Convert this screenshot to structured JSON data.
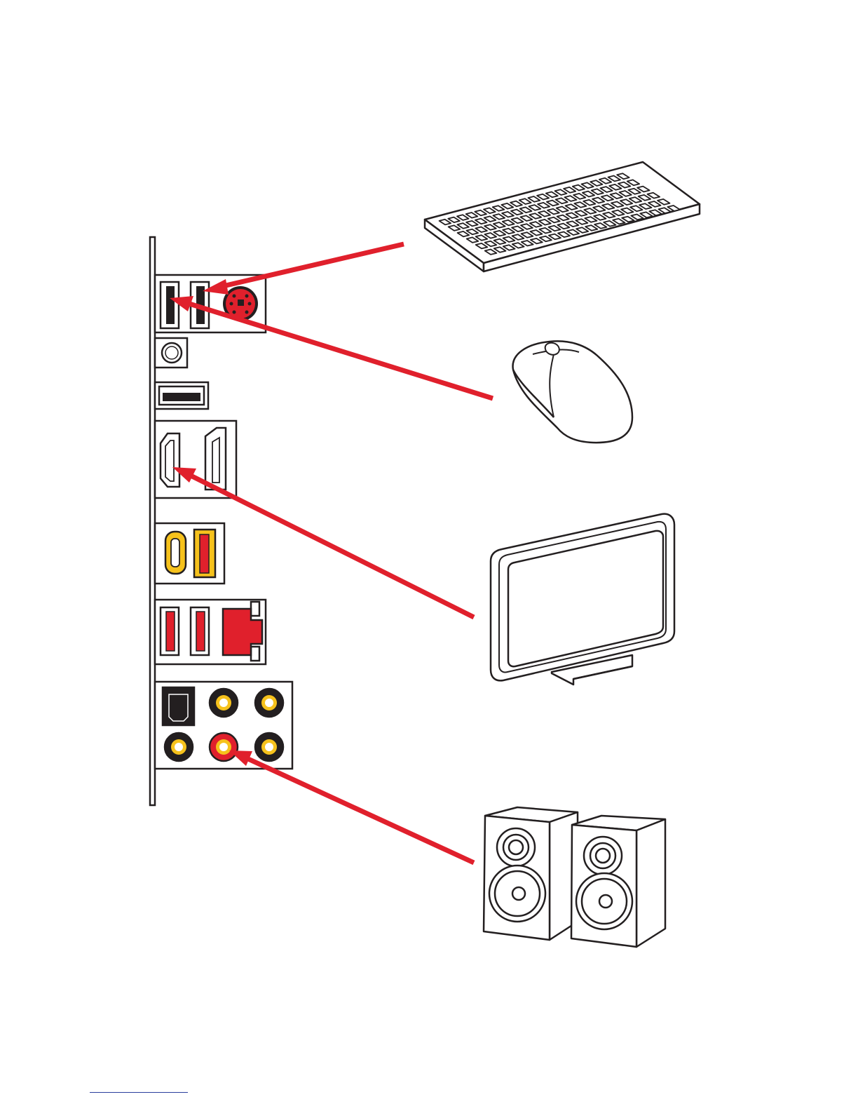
{
  "colors": {
    "accent_red": "#e0202c",
    "port_black": "#231f20",
    "port_yellow": "#f6c21c",
    "outline": "#231f20",
    "background": "#ffffff",
    "footer_rule": "#2a3f9e"
  },
  "diagram": {
    "io_panel": {
      "ports": [
        {
          "kind": "usb",
          "color": "black"
        },
        {
          "kind": "usb",
          "color": "black"
        },
        {
          "kind": "ps2-combo",
          "color": "red"
        },
        {
          "kind": "clear-cmos-button",
          "color": "white"
        },
        {
          "kind": "usb-flash-bios",
          "color": "black"
        },
        {
          "kind": "hdmi",
          "color": "white"
        },
        {
          "kind": "displayport",
          "color": "white"
        },
        {
          "kind": "usb-c",
          "color": "yellow"
        },
        {
          "kind": "usb",
          "color": "yellow-red"
        },
        {
          "kind": "usb",
          "color": "red"
        },
        {
          "kind": "usb",
          "color": "red"
        },
        {
          "kind": "lan",
          "color": "red"
        },
        {
          "kind": "optical-spdif",
          "color": "black"
        },
        {
          "kind": "audio-jack",
          "color": "black"
        },
        {
          "kind": "audio-jack",
          "color": "black"
        },
        {
          "kind": "audio-jack",
          "color": "black"
        },
        {
          "kind": "audio-jack",
          "color": "red"
        },
        {
          "kind": "audio-jack",
          "color": "black"
        }
      ]
    },
    "devices": [
      {
        "name": "keyboard-icon",
        "target_port": "usb"
      },
      {
        "name": "mouse-icon",
        "target_port": "usb"
      },
      {
        "name": "monitor-icon",
        "target_port": "hdmi"
      },
      {
        "name": "speakers-icon",
        "target_port": "audio-jack"
      }
    ]
  }
}
